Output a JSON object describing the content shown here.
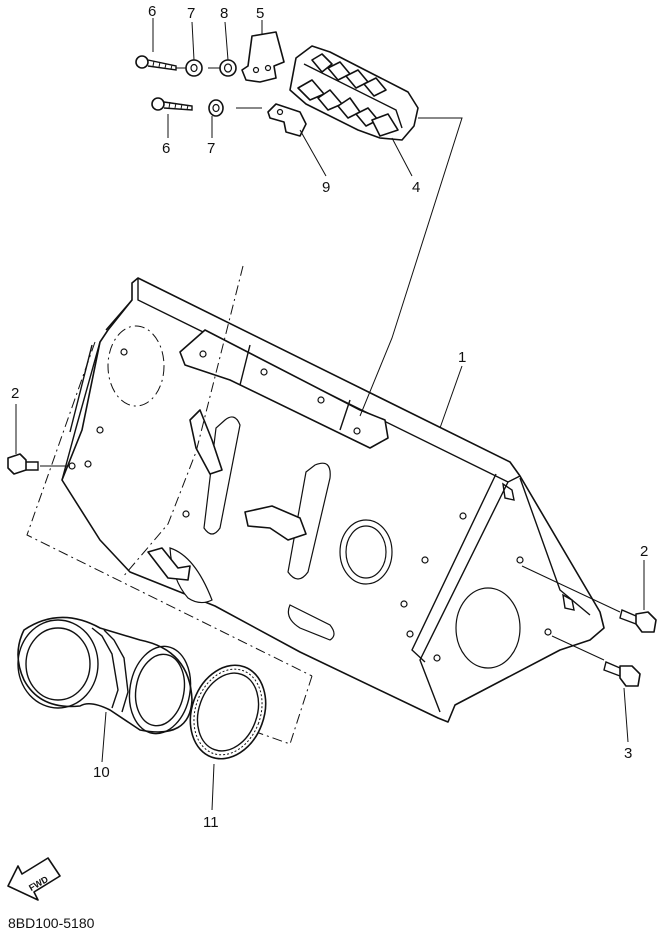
{
  "diagram": {
    "callouts": {
      "p1": "1",
      "p2_left": "2",
      "p2_right": "2",
      "p3": "3",
      "p4": "4",
      "p5": "5",
      "p6_top": "6",
      "p6_bottom": "6",
      "p7_top": "7",
      "p7_bottom": "7",
      "p8": "8",
      "p9": "9",
      "p10": "10",
      "p11": "11"
    },
    "fwd_label": "FWD",
    "drawing_code": "8BD100-5180"
  }
}
